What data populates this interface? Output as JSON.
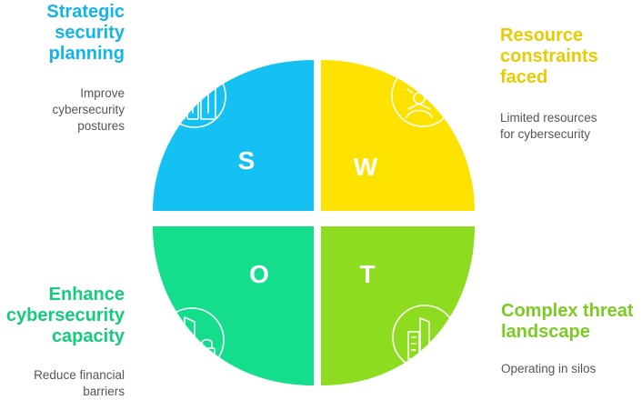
{
  "colors": {
    "strengths": "#14c1f2",
    "weaknesses": "#fde200",
    "opportunities": "#14dd8c",
    "threats": "#8ddc20",
    "icon_stroke": "#ffffff"
  },
  "quadrants": {
    "s": {
      "letter": "S",
      "heading_lines": [
        "Strategic",
        "security",
        "planning"
      ],
      "desc_lines": [
        "Improve",
        "cybersecurity",
        "postures"
      ],
      "icon": "servers-icon"
    },
    "w": {
      "letter": "W",
      "heading_lines": [
        "Resource",
        "constraints",
        "faced"
      ],
      "desc_lines": [
        "Limited resources",
        "for cybersecurity"
      ],
      "icon": "resource-warning-icon"
    },
    "o": {
      "letter": "O",
      "heading_lines": [
        "Enhance",
        "cybersecurity",
        "capacity"
      ],
      "desc_lines": [
        "Reduce financial",
        "barriers"
      ],
      "icon": "secure-buildings-icon"
    },
    "t": {
      "letter": "T",
      "heading_lines": [
        "Complex threat",
        "landscape"
      ],
      "desc_lines": [
        "Operating in silos"
      ],
      "icon": "buildings-warning-icon"
    }
  }
}
